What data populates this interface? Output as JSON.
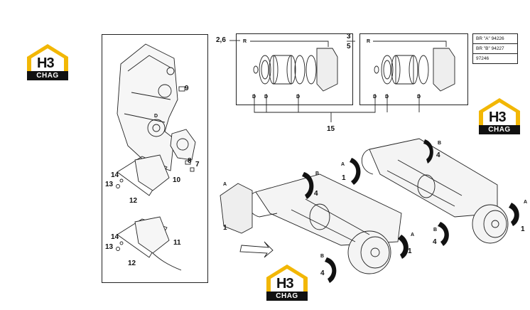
{
  "logo": {
    "mark": "H3",
    "brand": "CHAG",
    "color": "#f2b705"
  },
  "reference_table": [
    "BR \"A\" 94226",
    "BR \"B\" 94227",
    "97246"
  ],
  "callouts": {
    "c1": "1",
    "c4": "4",
    "c5": "5",
    "c7": "7",
    "c8": "8",
    "c9": "9",
    "c10": "10",
    "c11": "11",
    "c12": "12",
    "c13": "13",
    "c14": "14",
    "c15": "15",
    "c3": "3",
    "c26": "2,6",
    "r": "R",
    "d": "D",
    "a": "A",
    "b": "B"
  }
}
